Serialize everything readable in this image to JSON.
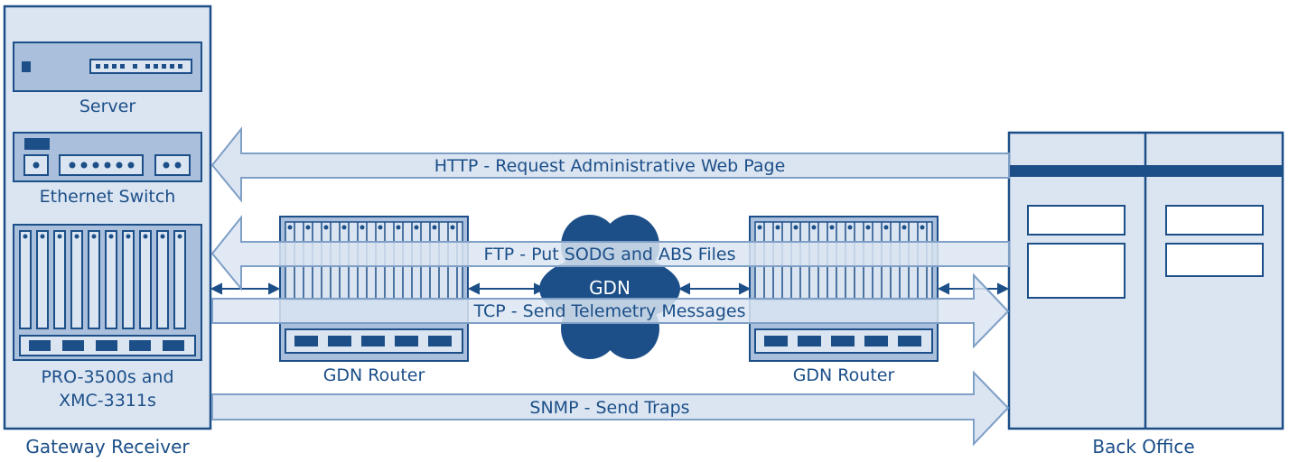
{
  "gateway": {
    "title": "Gateway Receiver",
    "server_label": "Server",
    "switch_label": "Ethernet Switch",
    "receivers_label_line1": "PRO-3500s and",
    "receivers_label_line2": "XMC-3311s"
  },
  "backoffice": {
    "title": "Back Office"
  },
  "routers": {
    "left_label": "GDN Router",
    "right_label": "GDN Router"
  },
  "network": {
    "cloud_label": "GDN"
  },
  "flows": {
    "http": "HTTP - Request Administrative Web Page",
    "ftp": "FTP - Put SODG and ABS Files",
    "tcp": "TCP - Send Telemetry Messages",
    "snmp": "SNMP - Send Traps"
  },
  "colors": {
    "dark": "#1c4f88",
    "medium": "#7f9fc6",
    "light": "#dbe5f2",
    "mid2": "#a9bfdc"
  }
}
